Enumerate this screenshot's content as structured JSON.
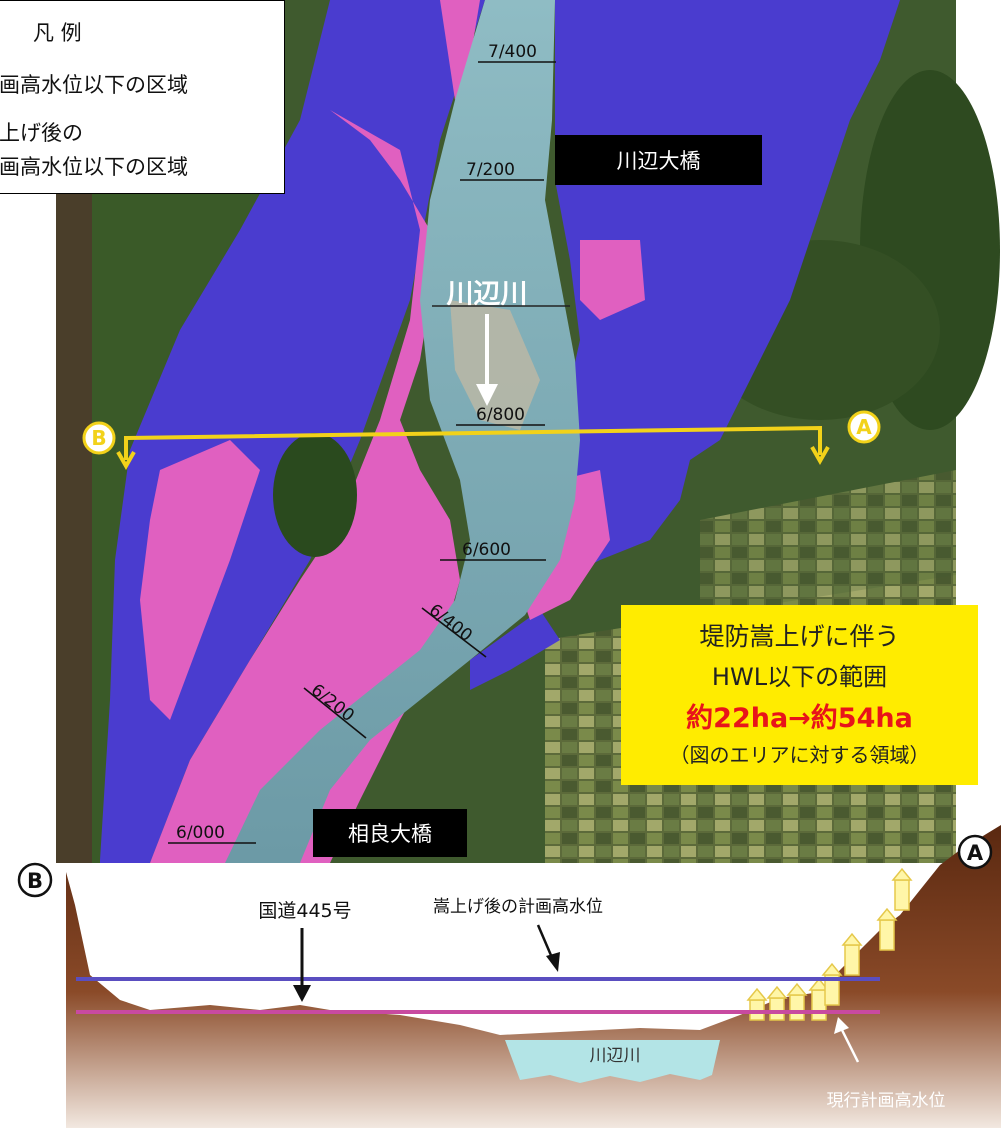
{
  "legend": {
    "title": "凡 例",
    "item1": "画高水位以下の区域",
    "item2_line1": "上げ後の",
    "item2_line2": "画高水位以下の区域"
  },
  "map": {
    "bridges": {
      "top": "川辺大橋",
      "bottom": "相良大橋"
    },
    "river_label": "川辺川",
    "stations": [
      "7/400",
      "7/200",
      "6/800",
      "6/600",
      "6/400",
      "6/200",
      "6/000"
    ],
    "section_markers": {
      "a": "A",
      "b": "B"
    }
  },
  "info_box": {
    "line1": "堤防嵩上げに伴う",
    "line2": "HWL以下の範囲",
    "highlight": "約22ha→約54ha",
    "note": "（図のエリアに対する領域）"
  },
  "profile": {
    "marker_left": "B",
    "marker_right": "A",
    "road_label": "国道445号",
    "raised_hwl_label": "嵩上げ後の計画高水位",
    "river_label": "川辺川",
    "current_hwl_label": "現行計画高水位"
  },
  "colors": {
    "raised_area": "#4a3ccf",
    "extra_area": "#e060c0",
    "section_line": "#f2d21a",
    "raised_hwl_line": "#5a4ec0",
    "current_hwl_line": "#c84aa0",
    "ground_brown": "#6a3216",
    "info_box_bg": "#ffec00",
    "info_highlight": "#e8141a"
  }
}
